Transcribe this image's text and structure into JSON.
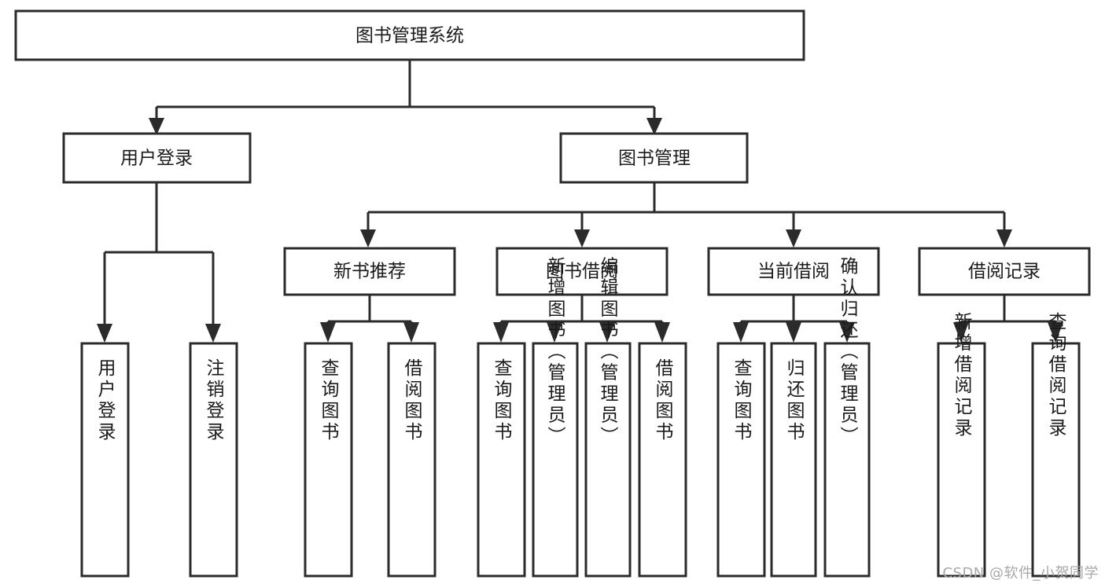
{
  "diagram": {
    "title_node": {
      "label": "图书管理系统",
      "orientation": "horizontal"
    },
    "level2": [
      {
        "label": "用户登录",
        "orientation": "horizontal"
      },
      {
        "label": "图书管理",
        "orientation": "horizontal"
      }
    ],
    "level3": [
      {
        "label": "新书推荐",
        "orientation": "horizontal"
      },
      {
        "label": "图书借阅",
        "orientation": "horizontal"
      },
      {
        "label": "当前借阅",
        "orientation": "horizontal"
      },
      {
        "label": "借阅记录",
        "orientation": "horizontal"
      }
    ],
    "leaves": [
      {
        "label": "用户登录",
        "parent": "用户登录",
        "orientation": "vertical"
      },
      {
        "label": "注销登录",
        "parent": "用户登录",
        "orientation": "vertical"
      },
      {
        "label": "查询图书",
        "parent": "新书推荐",
        "orientation": "vertical"
      },
      {
        "label": "借阅图书",
        "parent": "新书推荐",
        "orientation": "vertical"
      },
      {
        "label": "查询图书",
        "parent": "图书借阅",
        "orientation": "vertical"
      },
      {
        "label": "新增图书（管理员）",
        "parent": "图书借阅",
        "orientation": "vertical"
      },
      {
        "label": "编辑图书（管理员）",
        "parent": "图书借阅",
        "orientation": "vertical"
      },
      {
        "label": "借阅图书",
        "parent": "图书借阅",
        "orientation": "vertical"
      },
      {
        "label": "查询图书",
        "parent": "当前借阅",
        "orientation": "vertical"
      },
      {
        "label": "归还图书",
        "parent": "当前借阅",
        "orientation": "vertical"
      },
      {
        "label": "确认归还（管理员）",
        "parent": "当前借阅",
        "orientation": "vertical"
      },
      {
        "label": "新增借阅记录",
        "parent": "借阅记录",
        "orientation": "vertical"
      },
      {
        "label": "查询借阅记录",
        "parent": "借阅记录",
        "orientation": "vertical"
      }
    ],
    "colors": {
      "box_stroke": "#2b2b2b",
      "box_fill": "#ffffff",
      "text": "#1a1a1a",
      "background": "#ffffff",
      "watermark": "#a8a8a8"
    }
  },
  "watermark": {
    "text": "CSDN @软件_小贺同学"
  }
}
